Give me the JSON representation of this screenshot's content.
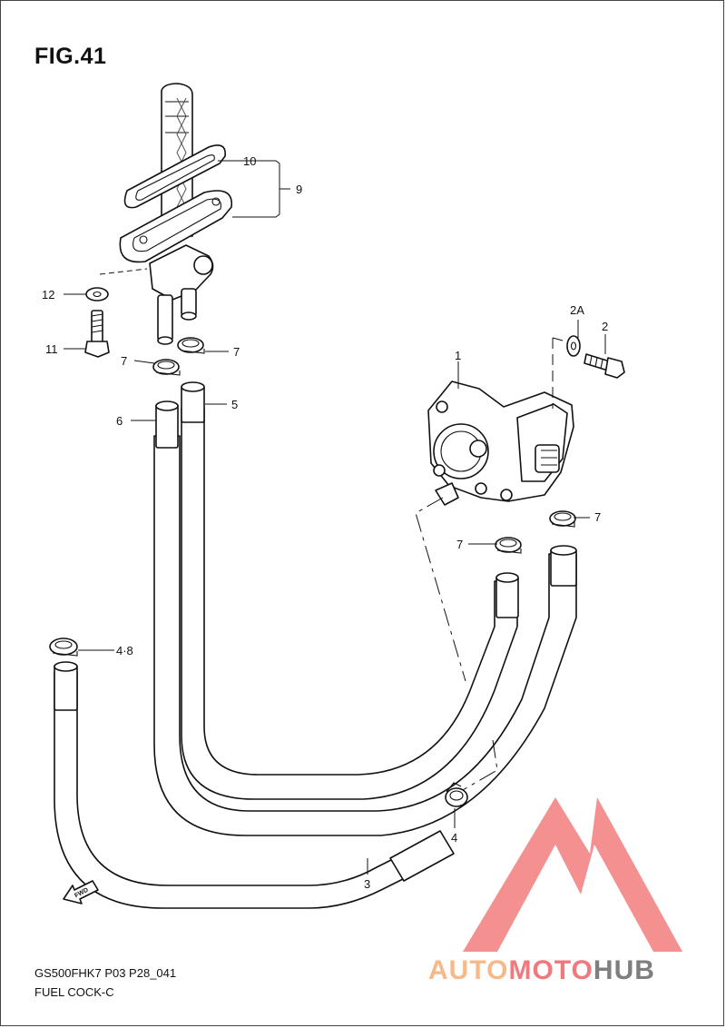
{
  "figure": {
    "title": "FIG.41",
    "code": "GS500FHK7 P03 P28_041",
    "caption": "FUEL COCK-C"
  },
  "callouts": {
    "c1": "1",
    "c2": "2",
    "c2a": "2A",
    "c3": "3",
    "c4": "4",
    "c48": "4·8",
    "c5": "5",
    "c6": "6",
    "c7a": "7",
    "c7b": "7",
    "c7c": "7",
    "c7d": "7",
    "c9": "9",
    "c10": "10",
    "c11": "11",
    "c12": "12"
  },
  "fwd_label": "FWD",
  "watermark": {
    "part1": "AUTO",
    "part2": "MOTO",
    "part3": "HUB",
    "colors": {
      "auto": "#f7b98a",
      "moto": "#f0797d",
      "hub": "#7f7f7f",
      "triangle": "#f26b6b"
    }
  }
}
